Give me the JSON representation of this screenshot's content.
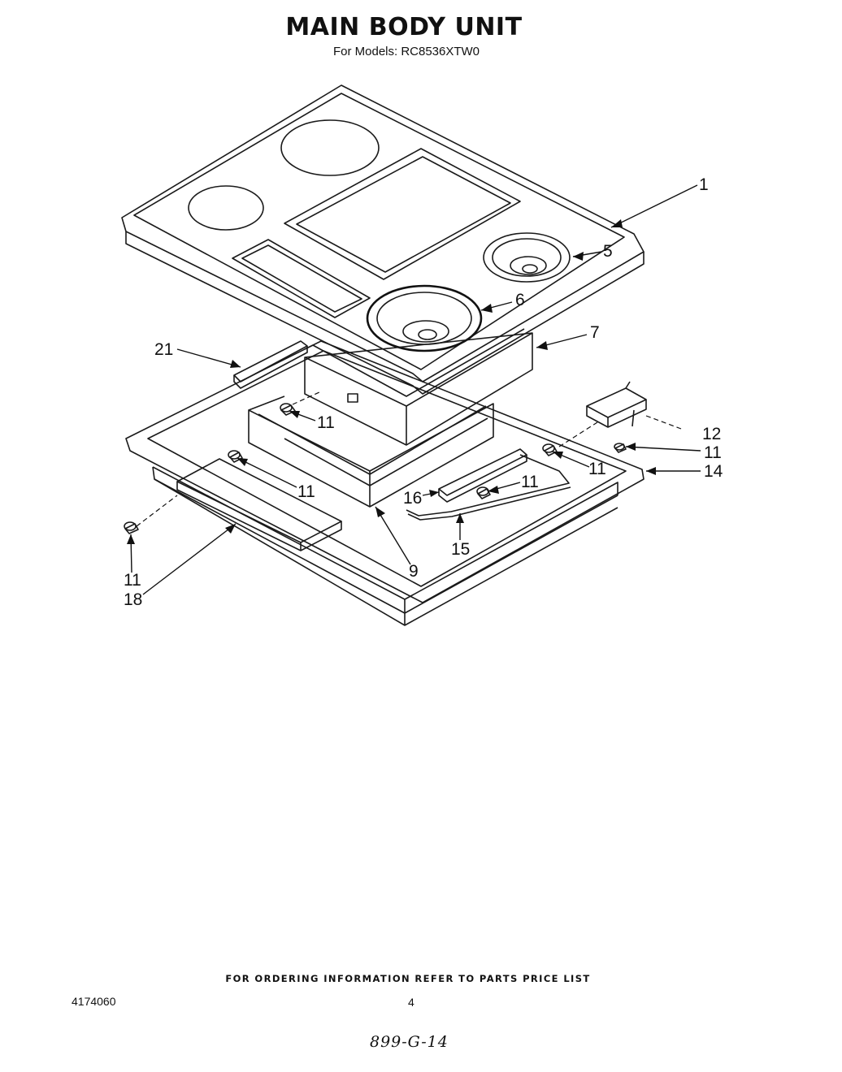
{
  "header": {
    "title": "MAIN BODY UNIT",
    "subtitle": "For Models: RC8536XTW0"
  },
  "callouts": {
    "c1": "1",
    "c5": "5",
    "c6": "6",
    "c7": "7",
    "c21": "21",
    "c11_a": "11",
    "c11_b": "11",
    "c11_c": "11",
    "c11_d": "11",
    "c11_e": "11",
    "c11_f": "11",
    "c12": "12",
    "c14": "14",
    "c16": "16",
    "c15": "15",
    "c9": "9",
    "c18": "18"
  },
  "footer": {
    "note": "FOR ORDERING INFORMATION REFER TO PARTS PRICE LIST",
    "doc_number": "4174060",
    "page_number": "4",
    "handwritten_code": "899-G-14"
  }
}
